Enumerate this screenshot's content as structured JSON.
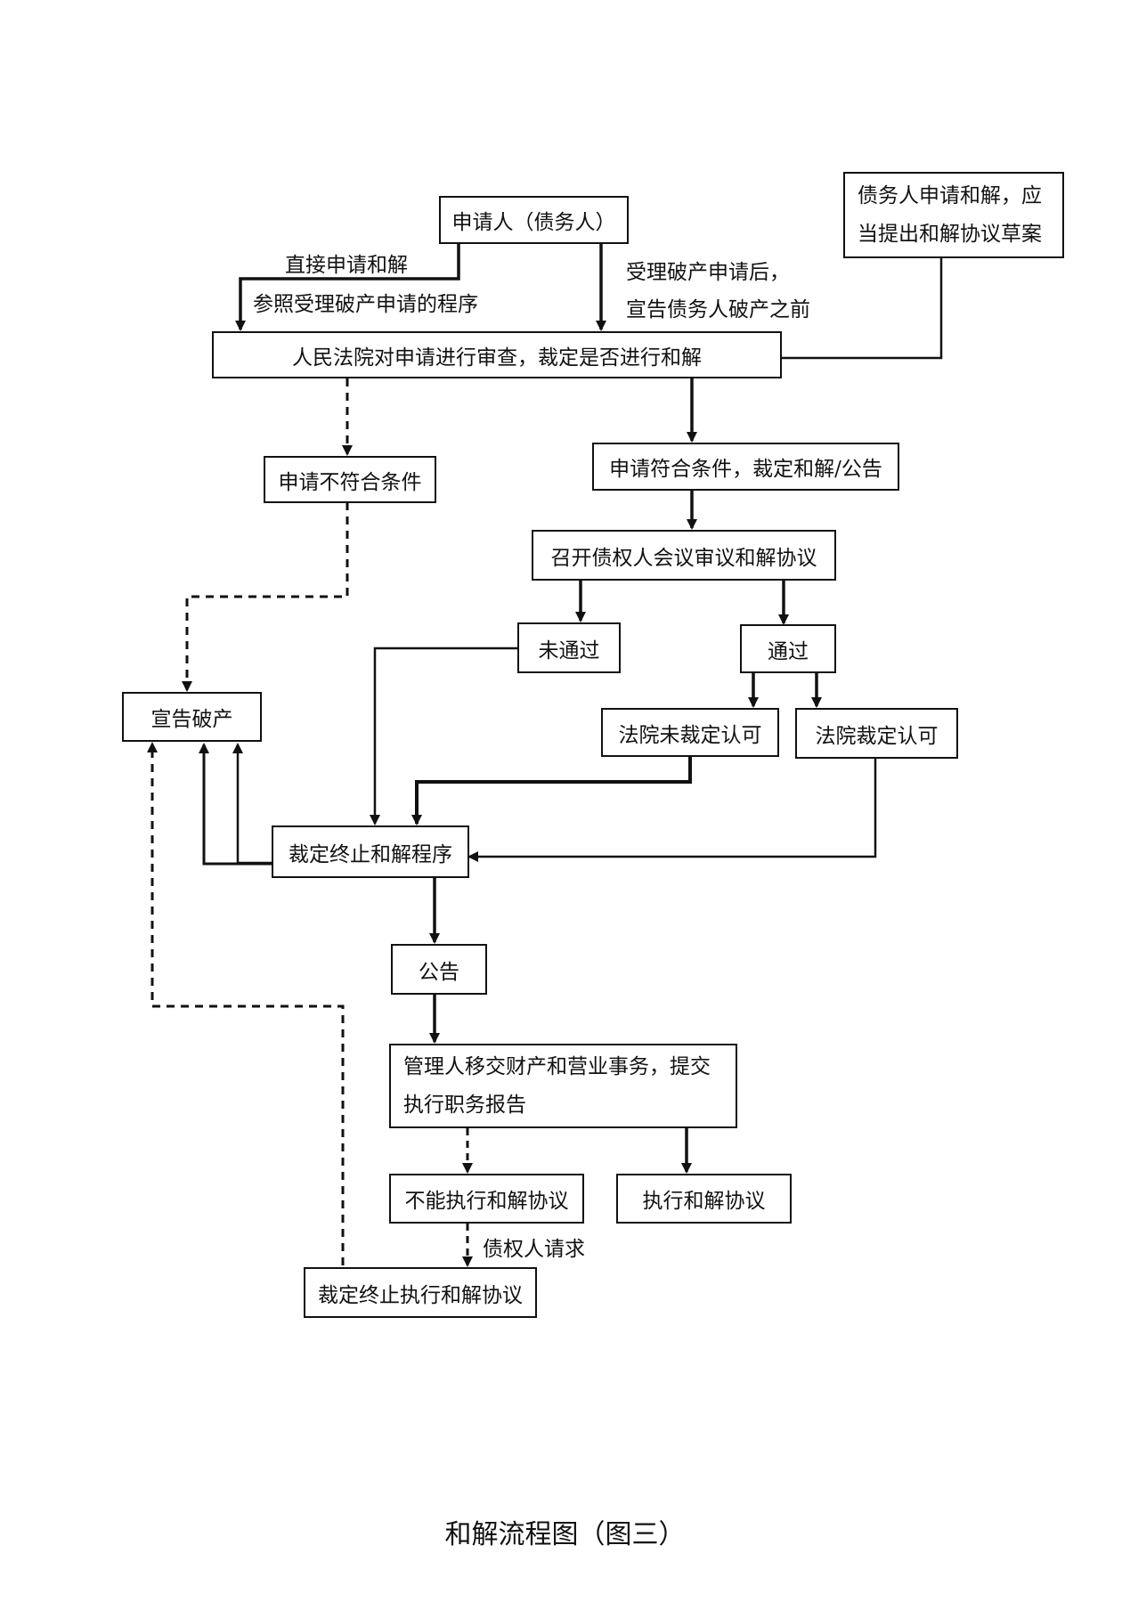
{
  "nodes": {
    "applicant": "申请人（债务人）",
    "note_line1": "债务人申请和解，应",
    "note_line2": "当提出和解协议草案",
    "court_review": "人民法院对申请进行审查，裁定是否进行和解",
    "not_qualified": "申请不符合条件",
    "qualified": "申请符合条件，裁定和解/公告",
    "creditors_meeting": "召开债权人会议审议和解协议",
    "not_passed": "未通过",
    "passed": "通过",
    "court_not_approve": "法院未裁定认可",
    "court_approve": "法院裁定认可",
    "declare_bankruptcy": "宣告破产",
    "terminate_procedure": "裁定终止和解程序",
    "announcement": "公告",
    "handover_line1": "管理人移交财产和营业事务，提交",
    "handover_line2": "执行职务报告",
    "cannot_execute": "不能执行和解协议",
    "execute": "执行和解协议",
    "terminate_execution": "裁定终止执行和解协议"
  },
  "edge_labels": {
    "direct_apply": "直接申请和解",
    "refer_procedure": "参照受理破产申请的程序",
    "after_accept_line1": "受理破产申请后，",
    "after_accept_line2": "宣告债务人破产之前",
    "creditor_request": "债权人请求"
  },
  "caption": "和解流程图（图三）"
}
